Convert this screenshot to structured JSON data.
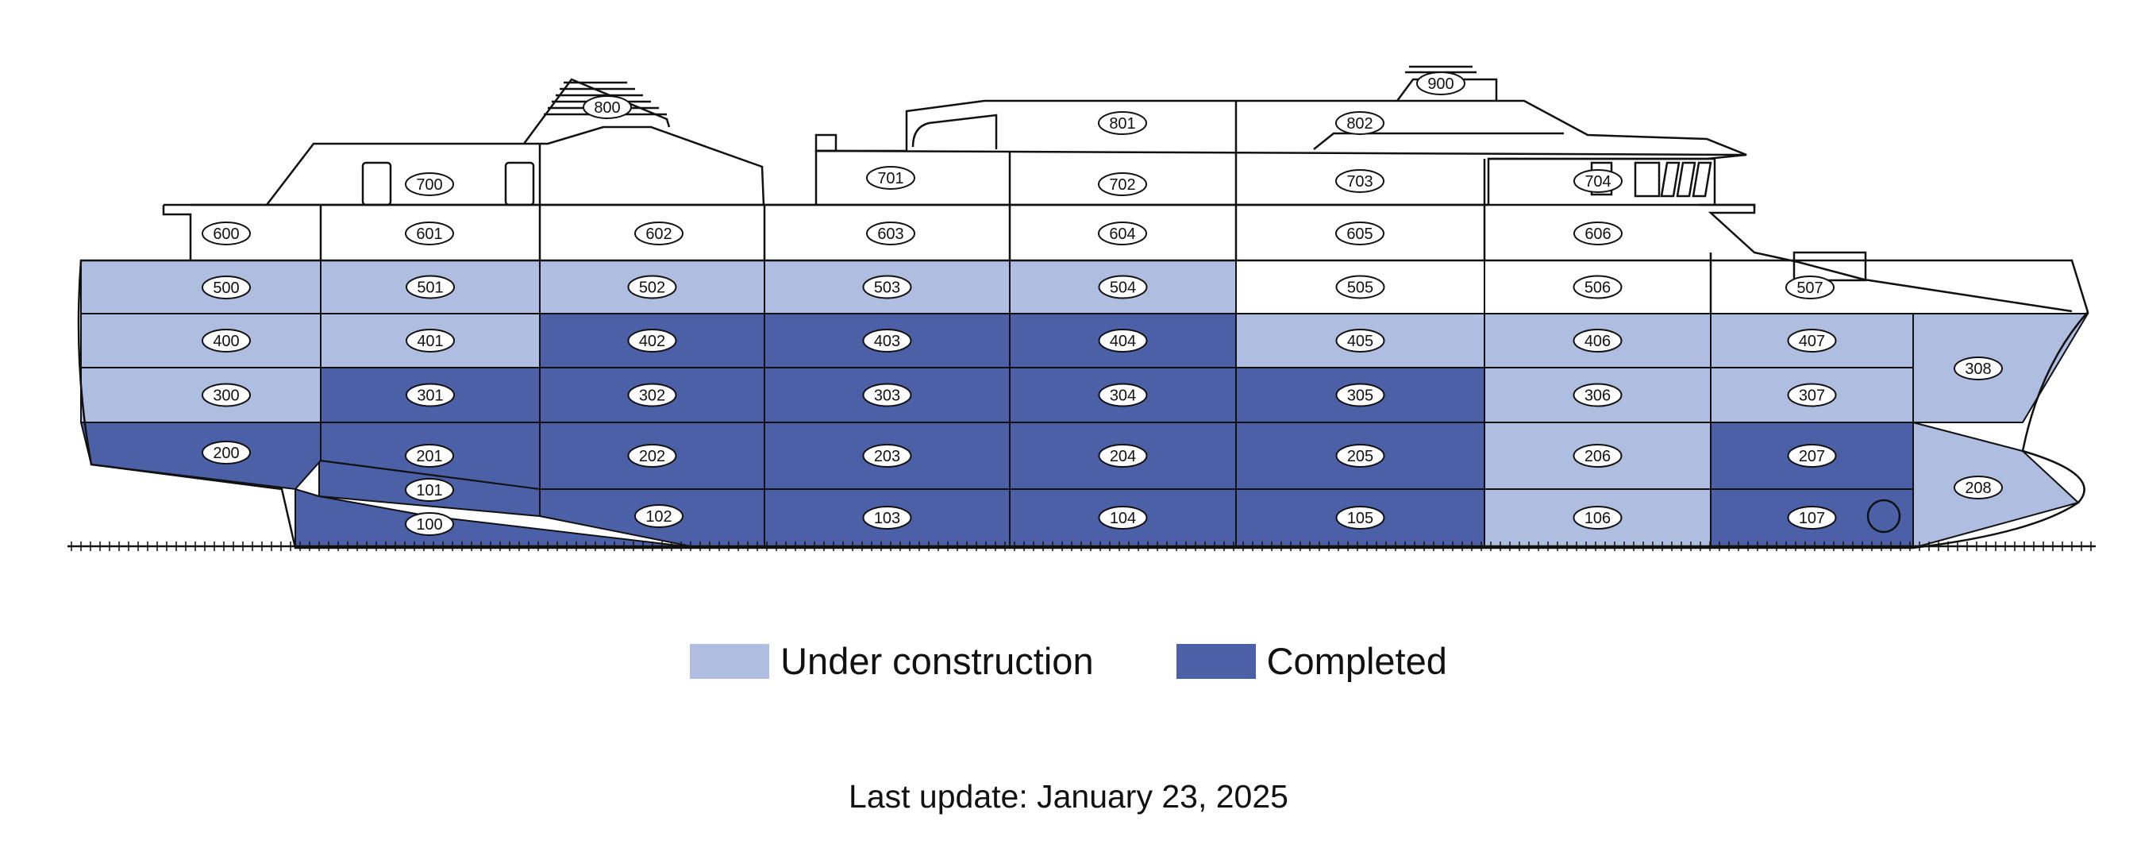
{
  "colors": {
    "under_construction": "#aebde0",
    "completed": "#4b60a6",
    "not_started": "#ffffff",
    "outline": "#111111"
  },
  "legend": {
    "under_construction_label": "Under construction",
    "completed_label": "Completed"
  },
  "footer": {
    "last_update": "Last update: January 23, 2025"
  },
  "blocks": [
    {
      "id": "100",
      "status": "completed"
    },
    {
      "id": "101",
      "status": "completed"
    },
    {
      "id": "102",
      "status": "completed"
    },
    {
      "id": "103",
      "status": "completed"
    },
    {
      "id": "104",
      "status": "completed"
    },
    {
      "id": "105",
      "status": "completed"
    },
    {
      "id": "106",
      "status": "under_construction"
    },
    {
      "id": "107",
      "status": "completed"
    },
    {
      "id": "200",
      "status": "completed"
    },
    {
      "id": "201",
      "status": "completed"
    },
    {
      "id": "202",
      "status": "completed"
    },
    {
      "id": "203",
      "status": "completed"
    },
    {
      "id": "204",
      "status": "completed"
    },
    {
      "id": "205",
      "status": "completed"
    },
    {
      "id": "206",
      "status": "under_construction"
    },
    {
      "id": "207",
      "status": "completed"
    },
    {
      "id": "208",
      "status": "under_construction"
    },
    {
      "id": "300",
      "status": "under_construction"
    },
    {
      "id": "301",
      "status": "completed"
    },
    {
      "id": "302",
      "status": "completed"
    },
    {
      "id": "303",
      "status": "completed"
    },
    {
      "id": "304",
      "status": "completed"
    },
    {
      "id": "305",
      "status": "completed"
    },
    {
      "id": "306",
      "status": "under_construction"
    },
    {
      "id": "307",
      "status": "under_construction"
    },
    {
      "id": "308",
      "status": "under_construction"
    },
    {
      "id": "400",
      "status": "under_construction"
    },
    {
      "id": "401",
      "status": "under_construction"
    },
    {
      "id": "402",
      "status": "completed"
    },
    {
      "id": "403",
      "status": "completed"
    },
    {
      "id": "404",
      "status": "completed"
    },
    {
      "id": "405",
      "status": "under_construction"
    },
    {
      "id": "406",
      "status": "under_construction"
    },
    {
      "id": "407",
      "status": "under_construction"
    },
    {
      "id": "500",
      "status": "under_construction"
    },
    {
      "id": "501",
      "status": "under_construction"
    },
    {
      "id": "502",
      "status": "under_construction"
    },
    {
      "id": "503",
      "status": "under_construction"
    },
    {
      "id": "504",
      "status": "under_construction"
    },
    {
      "id": "505",
      "status": "not_started"
    },
    {
      "id": "506",
      "status": "not_started"
    },
    {
      "id": "507",
      "status": "not_started"
    },
    {
      "id": "600",
      "status": "not_started"
    },
    {
      "id": "601",
      "status": "not_started"
    },
    {
      "id": "602",
      "status": "not_started"
    },
    {
      "id": "603",
      "status": "not_started"
    },
    {
      "id": "604",
      "status": "not_started"
    },
    {
      "id": "605",
      "status": "not_started"
    },
    {
      "id": "606",
      "status": "not_started"
    },
    {
      "id": "700",
      "status": "not_started"
    },
    {
      "id": "701",
      "status": "not_started"
    },
    {
      "id": "702",
      "status": "not_started"
    },
    {
      "id": "703",
      "status": "not_started"
    },
    {
      "id": "704",
      "status": "not_started"
    },
    {
      "id": "800",
      "status": "not_started"
    },
    {
      "id": "801",
      "status": "not_started"
    },
    {
      "id": "802",
      "status": "not_started"
    },
    {
      "id": "900",
      "status": "not_started"
    }
  ]
}
